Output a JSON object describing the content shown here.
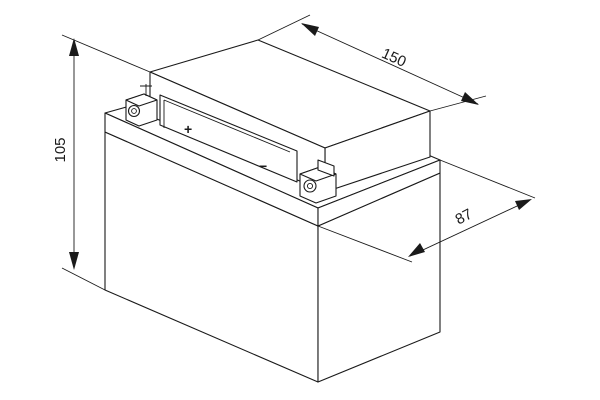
{
  "dimensions": {
    "length": "150",
    "width": "87",
    "height": "105"
  },
  "terminals": {
    "positive": "+",
    "negative": "−"
  }
}
